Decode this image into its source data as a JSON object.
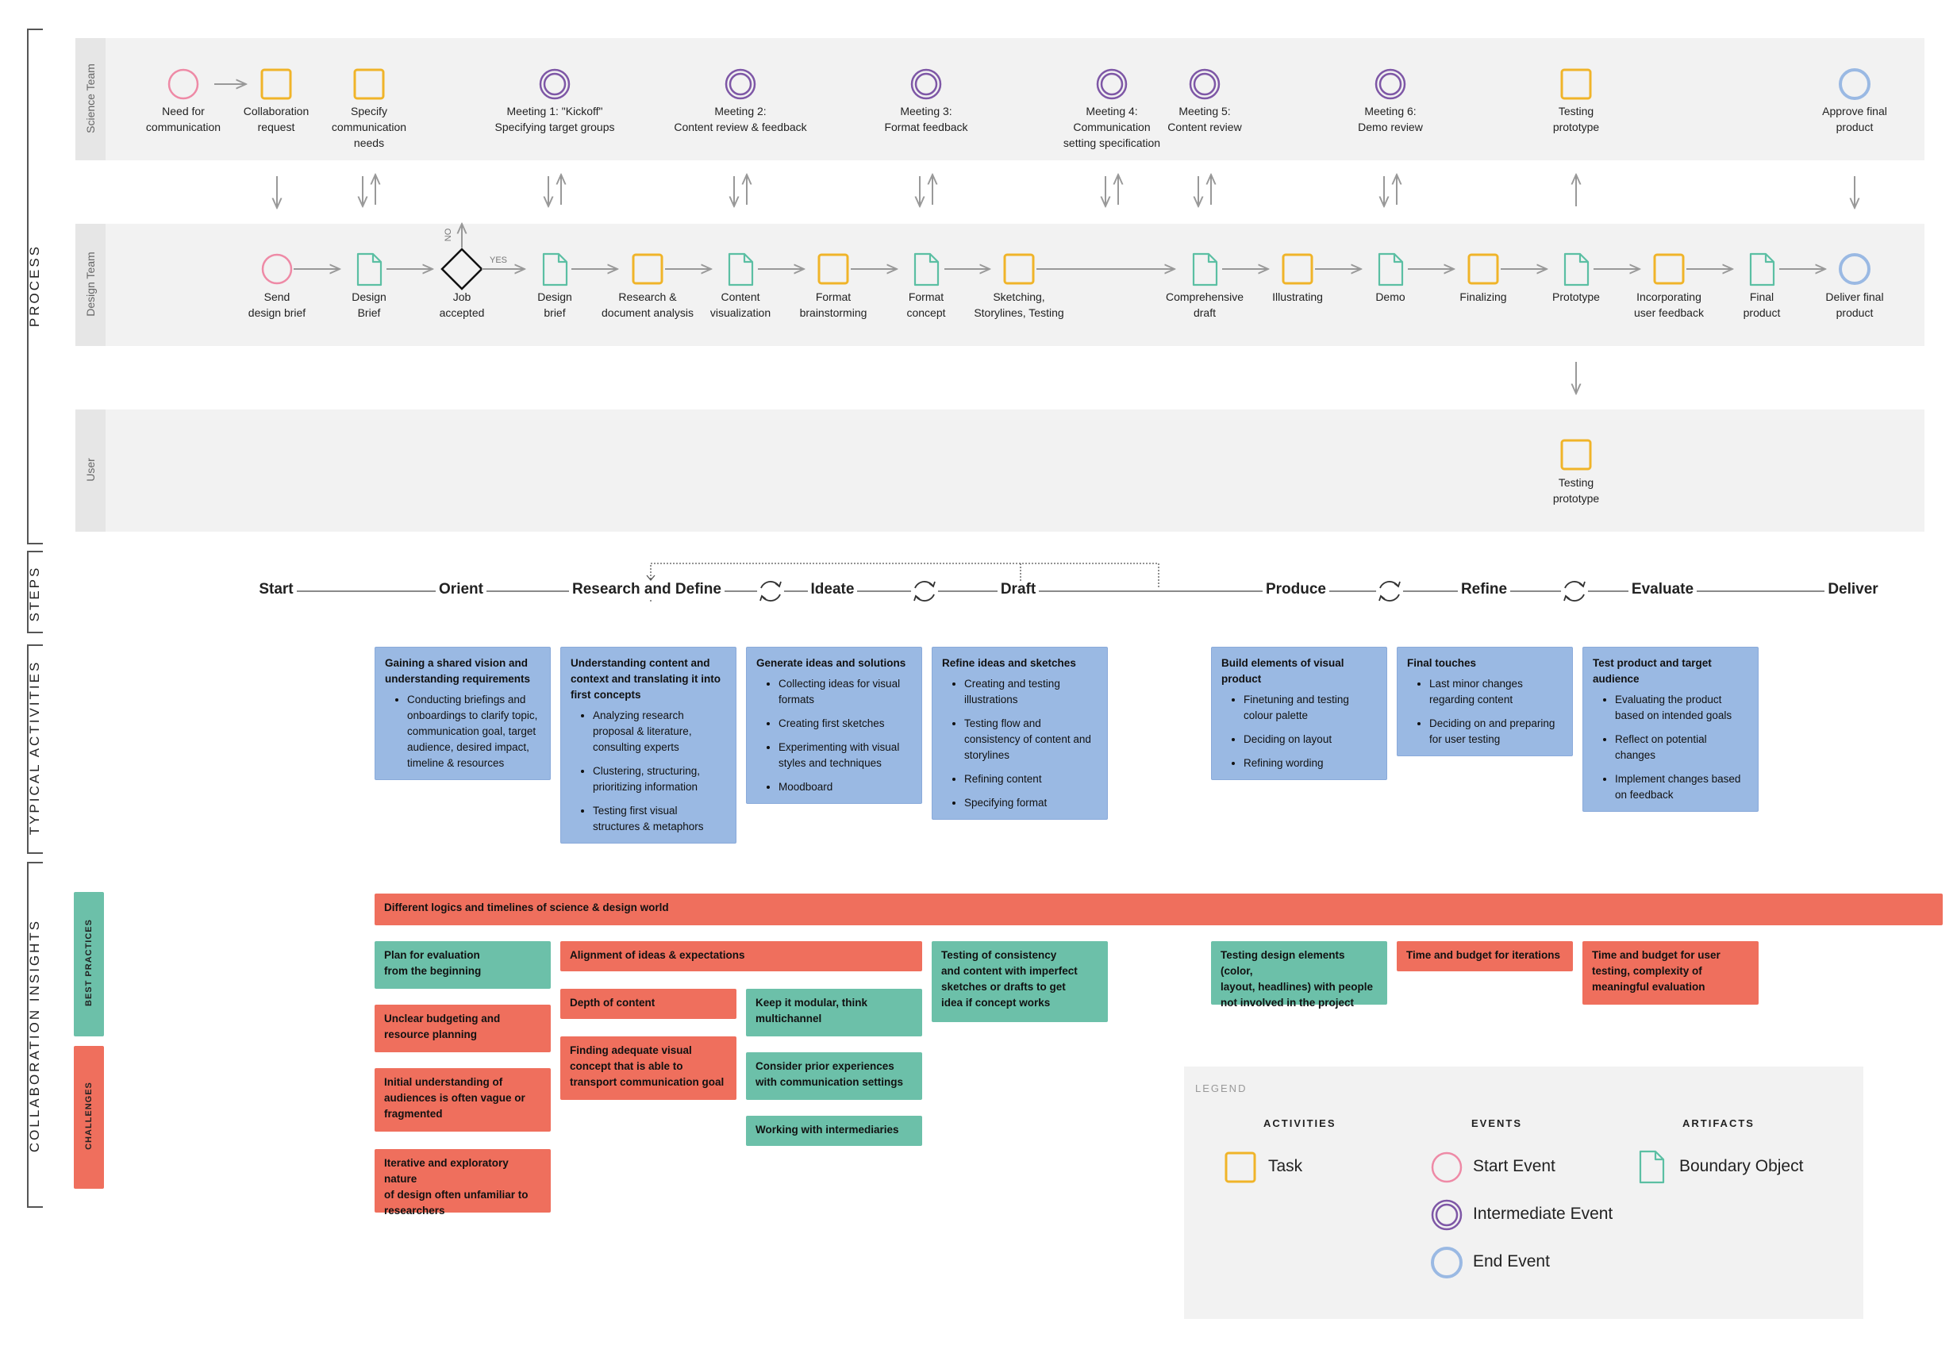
{
  "section_labels": {
    "process": "PROCESS",
    "steps": "STEPS",
    "typical_activities": "TYPICAL ACTIVITIES",
    "collaboration_insights": "COLLABORATION INSIGHTS",
    "best_practices": "BEST PRACTICES",
    "challenges": "CHALLENGES"
  },
  "lanes": {
    "science": "Science Team",
    "design": "Design Team",
    "user": "User"
  },
  "science_nodes": [
    {
      "type": "start",
      "label": "Need for\ncommunication"
    },
    {
      "type": "task",
      "label": "Collaboration\nrequest"
    },
    {
      "type": "task",
      "label": "Specify\ncommunication\nneeds"
    },
    {
      "type": "intermediate",
      "label": "Meeting 1: \"Kickoff\"\nSpecifying target groups"
    },
    {
      "type": "intermediate",
      "label": "Meeting 2:\nContent review & feedback"
    },
    {
      "type": "intermediate",
      "label": "Meeting 3:\nFormat feedback"
    },
    {
      "type": "intermediate",
      "label": "Meeting 4:\nCommunication\nsetting specification"
    },
    {
      "type": "intermediate",
      "label": "Meeting 5:\nContent review"
    },
    {
      "type": "intermediate",
      "label": "Meeting 6:\nDemo review"
    },
    {
      "type": "task",
      "label": "Testing\nprototype"
    },
    {
      "type": "end",
      "label": "Approve final\nproduct"
    }
  ],
  "design_nodes": [
    {
      "type": "start",
      "label": "Send\ndesign brief"
    },
    {
      "type": "artifact",
      "label": "Design\nBrief"
    },
    {
      "type": "gateway",
      "label": "Job\naccepted"
    },
    {
      "type": "artifact",
      "label": "Design\nbrief"
    },
    {
      "type": "task",
      "label": "Research &\ndocument analysis"
    },
    {
      "type": "artifact",
      "label": "Content\nvisualization"
    },
    {
      "type": "task",
      "label": "Format\nbrainstorming"
    },
    {
      "type": "artifact",
      "label": "Format\nconcept"
    },
    {
      "type": "task",
      "label": "Sketching,\nStorylines, Testing"
    },
    {
      "type": "artifact",
      "label": "Comprehensive\ndraft"
    },
    {
      "type": "task",
      "label": "Illustrating"
    },
    {
      "type": "artifact",
      "label": "Demo"
    },
    {
      "type": "task",
      "label": "Finalizing"
    },
    {
      "type": "artifact",
      "label": "Prototype"
    },
    {
      "type": "task",
      "label": "Incorporating\nuser feedback"
    },
    {
      "type": "artifact",
      "label": "Final\nproduct"
    },
    {
      "type": "end",
      "label": "Deliver final\nproduct"
    }
  ],
  "gateway_labels": {
    "no": "NO",
    "yes": "YES"
  },
  "user_nodes": [
    {
      "type": "task",
      "label": "Testing\nprototype"
    }
  ],
  "steps": [
    "Start",
    "Orient",
    "Research and Define",
    "Ideate",
    "Draft",
    "Produce",
    "Refine",
    "Evaluate",
    "Deliver"
  ],
  "activities": [
    {
      "title": "Gaining a shared vision and understanding requirements",
      "items": [
        "Conducting briefings and onboardings to clarify topic, communication goal, target audience, desired impact, timeline & resources"
      ]
    },
    {
      "title": "Understanding content and context and translating it into first concepts",
      "items": [
        "Analyzing research proposal & literature, consulting experts",
        "Clustering, structuring, prioritizing information",
        "Testing first visual structures & metaphors"
      ]
    },
    {
      "title": "Generate ideas and solutions",
      "items": [
        "Collecting ideas for visual formats",
        "Creating first sketches",
        "Experimenting with visual styles and techniques",
        "Moodboard"
      ]
    },
    {
      "title": "Refine ideas and sketches",
      "items": [
        "Creating and testing illustrations",
        "Testing flow and consistency of content and storylines",
        "Refining content",
        "Specifying format"
      ]
    },
    {
      "title": "Build elements of visual product",
      "items": [
        "Finetuning and testing colour palette",
        "Deciding on layout",
        "Refining wording"
      ]
    },
    {
      "title": "Final touches",
      "items": [
        "Last minor changes regarding content",
        "Deciding on and preparing for user testing"
      ]
    },
    {
      "title": "Test product and target audience",
      "items": [
        "Evaluating the product based on intended goals",
        "Reflect on potential changes",
        "Implement changes based on feedback"
      ]
    }
  ],
  "insights": {
    "wide_challenge": "Different logics and timelines of science & design world",
    "plan_eval": "Plan for evaluation\nfrom the beginning",
    "unclear_budget": "Unclear budgeting and\nresource planning",
    "initial_understanding": "Initial understanding of\naudiences is often vague or\nfragmented",
    "iterative": "Iterative and exploratory nature\nof design often unfamiliar to\nresearchers",
    "alignment": "Alignment of ideas & expectations",
    "depth": "Depth of content",
    "finding_concept": "Finding adequate visual\nconcept that is able to\ntransport communication goal",
    "modular": "Keep it modular, think\nmultichannel",
    "prior_exp": "Consider prior experiences\nwith communication settings",
    "intermediaries": "Working with intermediaries",
    "consistency": "Testing of consistency\nand content with imperfect\nsketches or drafts to get\nidea if concept works",
    "testing_design": "Testing design elements (color,\nlayout, headlines) with people\nnot involved in the project",
    "time_iterations": "Time and budget for iterations",
    "time_user": "Time and budget for user\ntesting, complexity of\nmeaningful evaluation"
  },
  "legend": {
    "title": "LEGEND",
    "activities_head": "ACTIVITIES",
    "events_head": "EVENTS",
    "artifacts_head": "ARTIFACTS",
    "task": "Task",
    "start_event": "Start Event",
    "intermediate_event": "Intermediate Event",
    "end_event": "End Event",
    "boundary_object": "Boundary Object"
  },
  "colors": {
    "task": "#f0b429",
    "start": "#ee8aa6",
    "intermediate": "#7e57a6",
    "end": "#9ab9e3",
    "artifact": "#5bbfa3",
    "activity_card": "#9ab9e3",
    "best_practice": "#6cc0a9",
    "challenge": "#ef6f5d"
  }
}
